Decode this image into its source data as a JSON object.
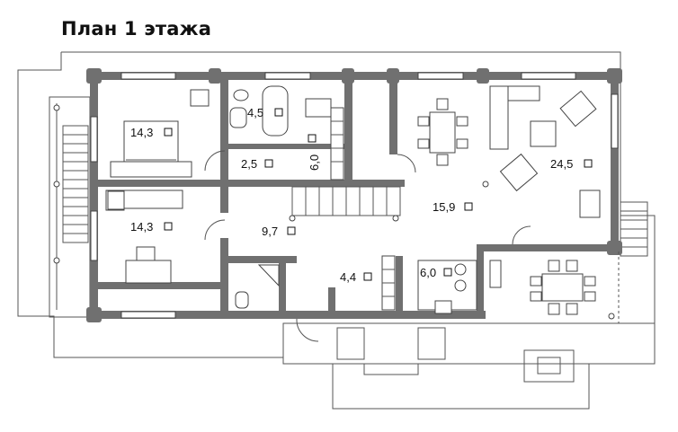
{
  "title": "План 1 этажа",
  "rooms": [
    {
      "id": "bedroom-1",
      "area": "14,3"
    },
    {
      "id": "bathroom-1",
      "area": "4,5"
    },
    {
      "id": "hall-small",
      "area": "2,5"
    },
    {
      "id": "sauna",
      "area": "6,0"
    },
    {
      "id": "living-room",
      "area": "24,5"
    },
    {
      "id": "stair-hall",
      "area": "15,9"
    },
    {
      "id": "bedroom-2",
      "area": "14,3"
    },
    {
      "id": "corridor",
      "area": "9,7"
    },
    {
      "id": "storage",
      "area": "4,4"
    },
    {
      "id": "kitchen",
      "area": "6,0"
    }
  ],
  "colors": {
    "wall": "#707070",
    "line": "#555555",
    "text": "#111111"
  }
}
